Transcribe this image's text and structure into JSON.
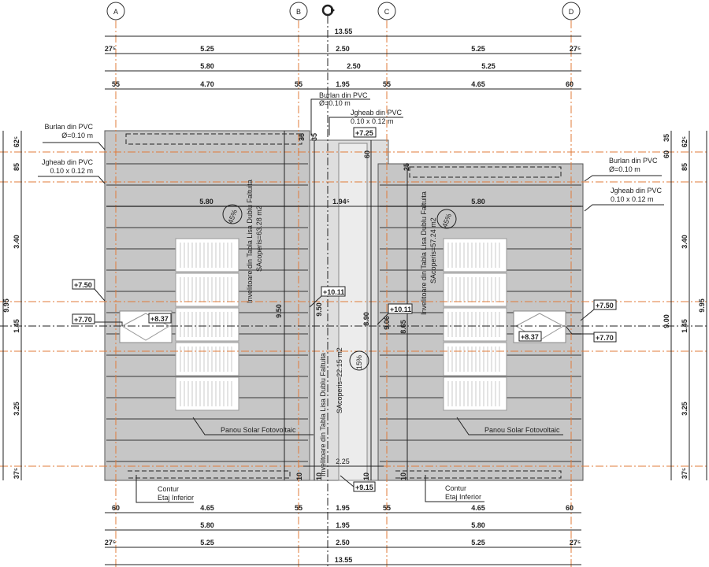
{
  "grid_labels": [
    "A",
    "B",
    "C",
    "D"
  ],
  "dims_top": {
    "total": "13.55",
    "row1": [
      "27⁵",
      "5.25",
      "2.50",
      "5.25",
      "27⁵"
    ],
    "row2": [
      "5.80",
      "2.50",
      "5.25"
    ],
    "row3": [
      "55",
      "4.70",
      "55",
      "1.95",
      "55",
      "4.65",
      "60"
    ]
  },
  "dims_bottom": {
    "row1": [
      "60",
      "4.65",
      "55",
      "1.95",
      "55",
      "4.65",
      "60"
    ],
    "row2": [
      "5.80",
      "1.95",
      "5.80"
    ],
    "row3": [
      "27⁵",
      "5.25",
      "2.50",
      "5.25",
      "27⁵"
    ],
    "total": "13.55"
  },
  "dims_left": [
    "9.95",
    "62⁵",
    "85",
    "3.40",
    "1.45",
    "3.25",
    "37⁵"
  ],
  "dims_right": [
    "35",
    "60",
    "9.00",
    "62⁵",
    "85",
    "3.40",
    "1.45",
    "3.25",
    "37⁵",
    "9.95"
  ],
  "inner_dims": {
    "left_width": "5.80",
    "mid_width": "1.94⁵",
    "right_width": "5.80",
    "h1": "9.50",
    "h2": "9.50",
    "h3": "8.90",
    "h4": "9.06",
    "h5": "8.65",
    "d35a": "35",
    "d35b": "35",
    "d60": "60",
    "d25": "25",
    "d10a": "10",
    "d10b": "10",
    "d10c": "10",
    "d10d": "10",
    "bottom_mid": "2.25"
  },
  "notes": {
    "burlan_title": "Burlan din PVC",
    "burlan_size": "Ø=0.10 m",
    "jgheab_title": "Jgheab din PVC",
    "jgheab_size": "0.10 x 0.12 m",
    "solar": "Panou Solar Fotovoltaic",
    "contur": "Contur",
    "etaj": "Etaj Inferior",
    "roof_material": "Invelitoare din Tabla Lisa Dublu Faltuita",
    "area_left": "SAcoperis=63.28 m2",
    "area_mid": "SAcoperis=22.15 m2",
    "area_right": "SAcoperis=57.24 m2"
  },
  "slopes": {
    "left": "45%",
    "mid": "15%",
    "right": "45%"
  },
  "levels": {
    "l725": "+7.25",
    "l750a": "+7.50",
    "l770a": "+7.70",
    "l837a": "+8.37",
    "l750b": "+7.50",
    "l770b": "+7.70",
    "l837b": "+8.37",
    "l1011a": "+10.11",
    "l1011b": "+10.11",
    "l915": "+9.15"
  },
  "colors": {
    "axis": "#e07b39",
    "roof": "#c6c6c6",
    "strip": "#dedede"
  }
}
